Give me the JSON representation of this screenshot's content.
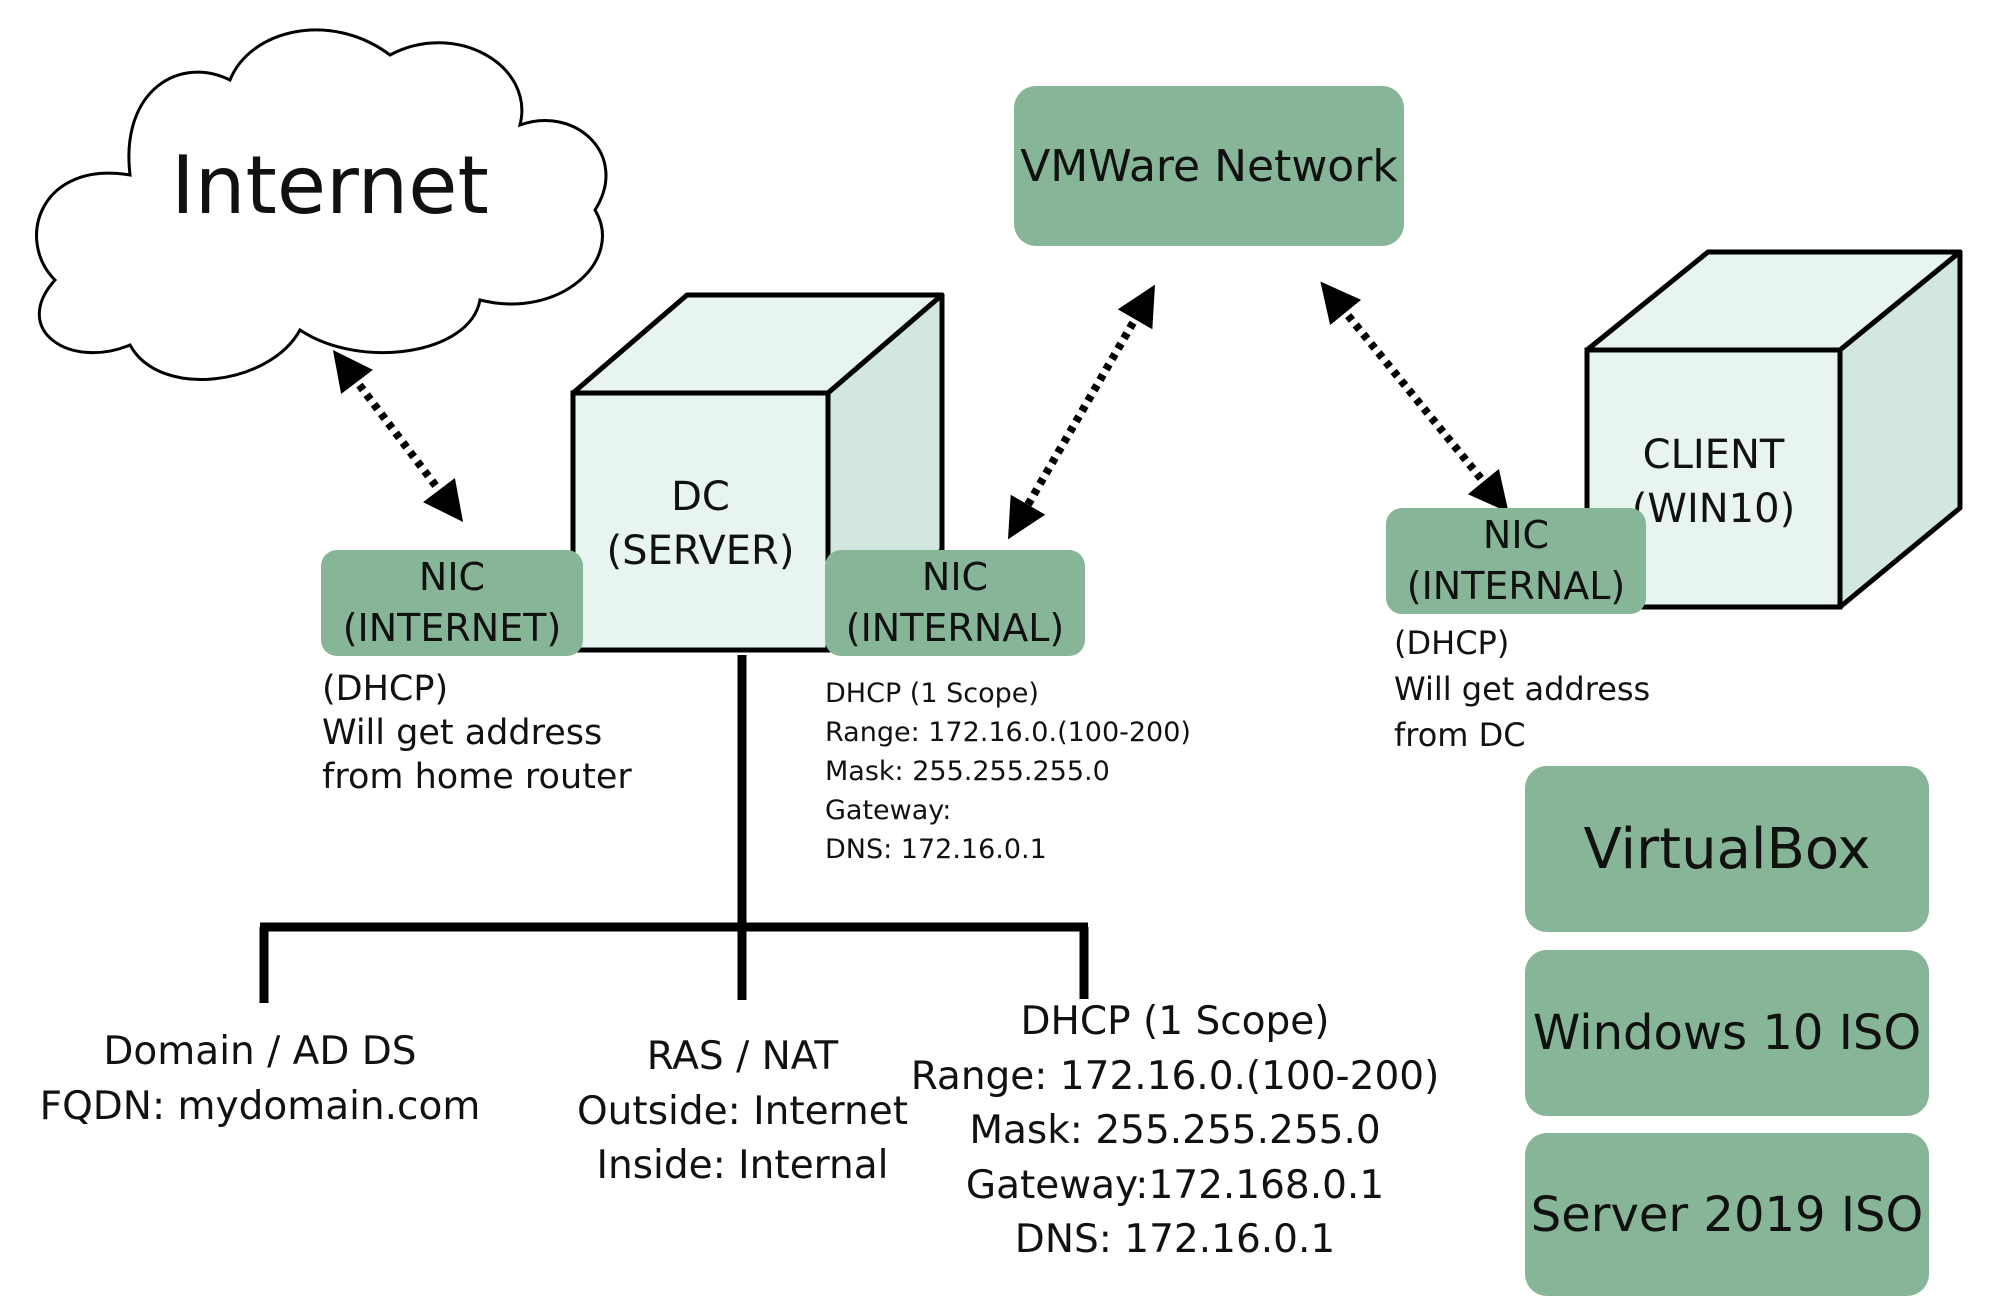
{
  "internet": {
    "label": "Internet"
  },
  "vmware": {
    "label": "VMWare Network"
  },
  "dc": {
    "line1": "DC",
    "line2": "(SERVER)"
  },
  "client": {
    "line1": "CLIENT",
    "line2": "(WIN10)"
  },
  "nic_internet": {
    "line1": "NIC",
    "line2": "(INTERNET)",
    "notes": [
      "(DHCP)",
      "Will get address",
      "from home router"
    ]
  },
  "nic_dc_internal": {
    "line1": "NIC",
    "line2": "(INTERNAL)",
    "notes": [
      "DHCP (1 Scope)",
      "Range: 172.16.0.(100-200)",
      "Mask: 255.255.255.0",
      "Gateway:",
      "DNS: 172.16.0.1"
    ]
  },
  "nic_client_internal": {
    "line1": "NIC",
    "line2": "(INTERNAL)",
    "notes": [
      "(DHCP)",
      "Will get address",
      "from DC"
    ]
  },
  "roles": {
    "domain": [
      "Domain / AD DS",
      "FQDN: mydomain.com"
    ],
    "ras": [
      "RAS / NAT",
      "Outside: Internet",
      "Inside: Internal"
    ],
    "dhcp": [
      "DHCP (1 Scope)",
      "Range: 172.16.0.(100-200)",
      "Mask: 255.255.255.0",
      "Gateway:172.168.0.1",
      "DNS: 172.16.0.1"
    ]
  },
  "resources": [
    "VirtualBox",
    "Windows 10 ISO",
    "Server 2019 ISO"
  ],
  "colors": {
    "accent": "#87b598",
    "cube_front": "#e8f4f0",
    "cube_side": "#d1e7e0",
    "line": "#000000"
  }
}
